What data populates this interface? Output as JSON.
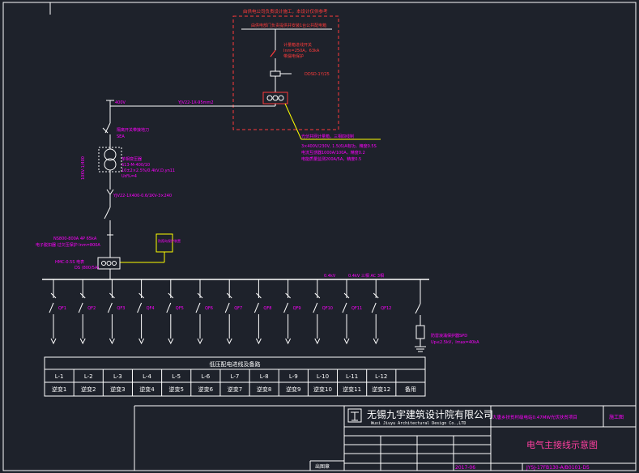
{
  "colors": {
    "background": "#1e222b",
    "lines": "#ffffff",
    "magenta": "#ff00ff",
    "red": "#ff3b3b",
    "yellow": "#ffff00",
    "cyan": "#00ffff",
    "title_accent": "#ff3fa0"
  },
  "upper_box": {
    "title": "由供电公司负责设计施工，本设计仅供参考",
    "line1": "由供电部门负责提供并安装1台公共配电箱",
    "breaker": "计量箱进线开关",
    "breaker_spec1": "Inm=250A，63kA",
    "breaker_spec2": "带漏电保护",
    "meter": "DDSD-1Y/25",
    "feeder": "YJV22-1X-95mm2"
  },
  "ac_label": "400V",
  "meter_note": {
    "line1": "光伏并网计量箱，三相四线制",
    "line2": "3×400V/230V, 1.5(6)A有功，精度0.5S",
    "line3": "电流互感器1000A/100A，精度0.2",
    "line4": "电能质量监测200A/5A，精度0.5"
  },
  "switch_labels": {
    "isolator": "隔离开关带接地刀",
    "isolator_spec": "SEA",
    "transformer_name": "单相变压器",
    "transformer_spec1": "S13-M-400/10",
    "transformer_spec2": "10±2×2.5%/0.4kV,D,yn11",
    "transformer_spec3": "Ud%=4",
    "transformer_side": "10KV-1/400",
    "cable": "YJV22-1X400-0.6/1KV-3×240",
    "main_breaker": "NS800-800A 4P 65kA",
    "main_breaker_spec": "电子脱扣器 过欠压保护 Inm=800A",
    "protector_label": "防孤岛保护装置",
    "meter2": "HMC-0.5S 电表",
    "meter2_spec": "DS (800/5A)"
  },
  "busbar": {
    "label_left": "0.4kV",
    "label_right": "0.4kV 三相 AC 3相"
  },
  "feeders": [
    "QF1",
    "QF2",
    "QF3",
    "QF4",
    "QF5",
    "QF6",
    "QF7",
    "QF8",
    "QF9",
    "QF10",
    "QF11",
    "QF12"
  ],
  "surge": {
    "line1": "防雷浪涌保护器SPD",
    "line2": "Up≤2.5kV，Imax=40kA"
  },
  "table": {
    "title": "低压配电进线及备路",
    "headers": [
      "L-1",
      "L-2",
      "L-3",
      "L-4",
      "L-5",
      "L-6",
      "L-7",
      "L-8",
      "L-9",
      "L-10",
      "L-11",
      "L-12",
      ""
    ],
    "cells": [
      "逆变1",
      "逆变2",
      "逆变3",
      "逆变4",
      "逆变5",
      "逆变6",
      "逆变7",
      "逆变8",
      "逆变9",
      "逆变10",
      "逆变11",
      "逆变12",
      "备用"
    ]
  },
  "titleblock": {
    "company": "无锡九宇建筑设计院有限公司",
    "company_en": "Wuxi Jiuyu Architectural Design Co.,LTD",
    "project": "大唐乡扶贫村级电站0.47MW光伏扶贫项目",
    "stage": "施工图",
    "drawing_title": "电气主接线示意图",
    "date": "2017-06",
    "drawing_no": "JYSJ-17FB130-A/B0101-D5",
    "stamp": "出图章"
  }
}
